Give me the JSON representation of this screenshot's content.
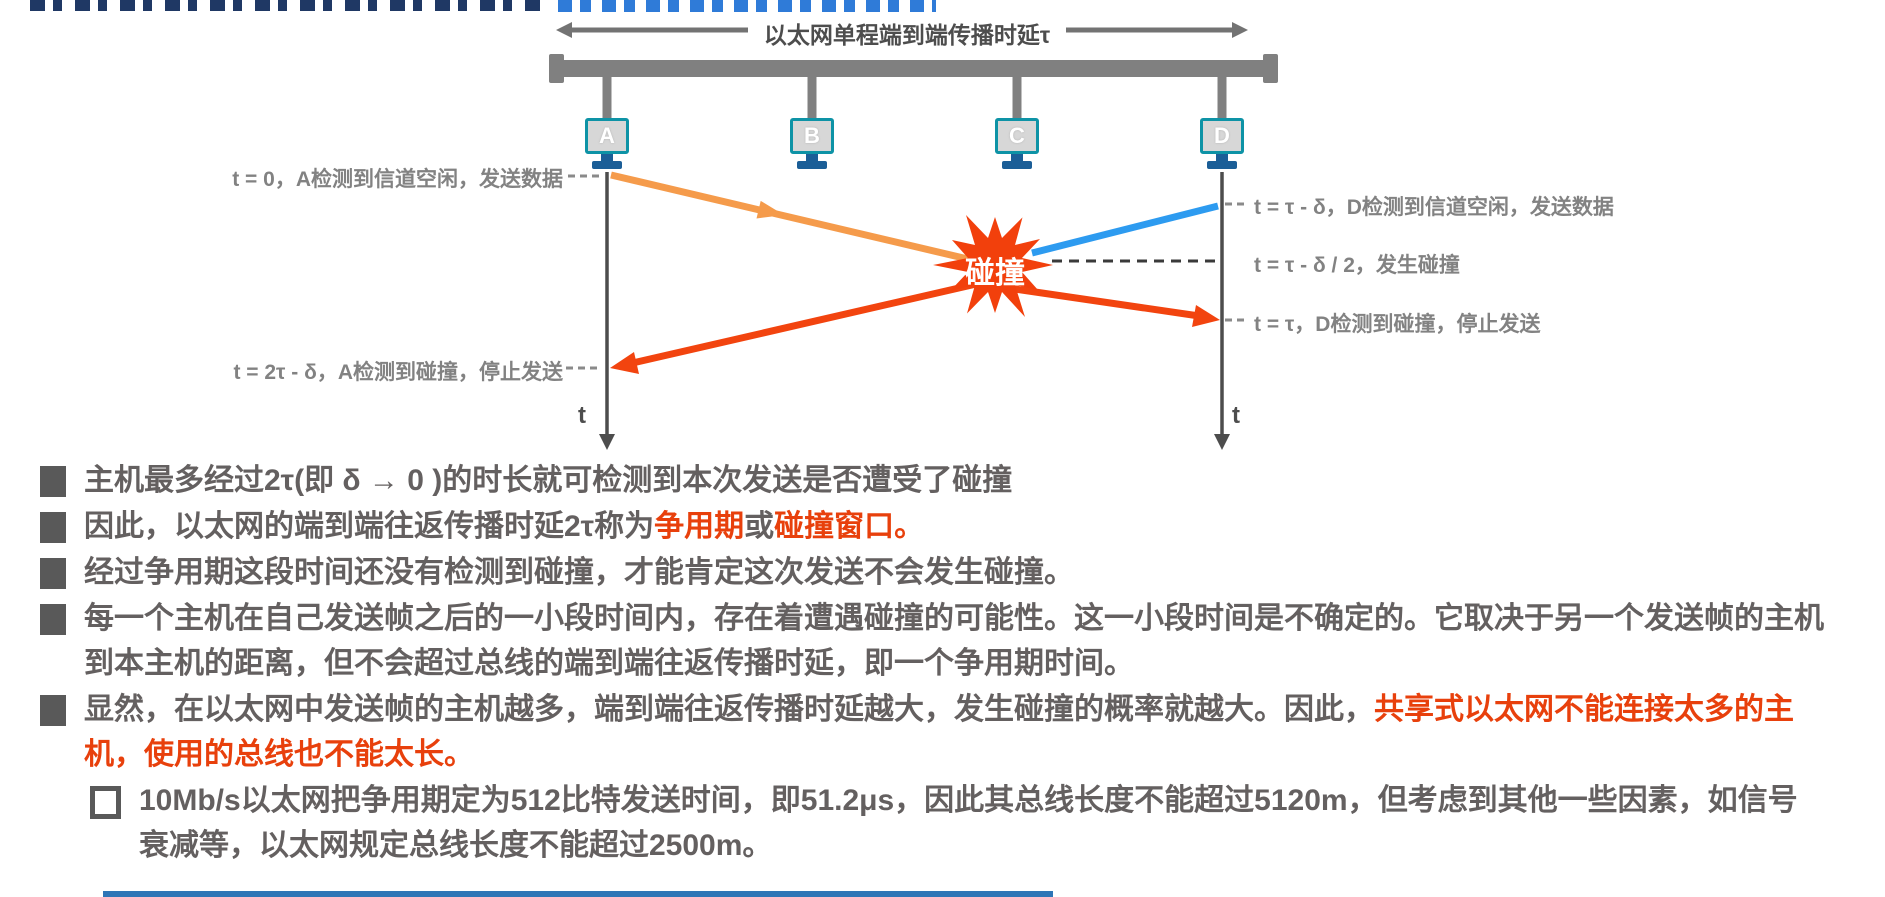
{
  "diagram": {
    "propagation_label": "以太网单程端到端传播时延τ",
    "hosts": [
      "A",
      "B",
      "C",
      "D"
    ],
    "collision_label": "碰撞",
    "time_axis_label": "t",
    "left_annotations": [
      {
        "text": "t = 0，A检测到信道空闲，发送数据"
      },
      {
        "text": "t = 2τ - δ，A检测到碰撞，停止发送"
      }
    ],
    "right_annotations": [
      {
        "text": "t = τ - δ，D检测到信道空闲，发送数据"
      },
      {
        "text": "t = τ - δ / 2，发生碰撞"
      },
      {
        "text": "t = τ，D检测到碰撞，停止发送"
      }
    ]
  },
  "bullets": [
    {
      "style": "filled",
      "segments": [
        {
          "text": "主机最多经过2τ(即 δ → 0 )的时长就可检测到本次发送是否遭受了碰撞",
          "color": "gray"
        }
      ]
    },
    {
      "style": "filled",
      "segments": [
        {
          "text": "因此，以太网的端到端往返传播时延2τ称为",
          "color": "gray"
        },
        {
          "text": "争用期",
          "color": "red"
        },
        {
          "text": "或",
          "color": "gray"
        },
        {
          "text": "碰撞窗口",
          "color": "red"
        },
        {
          "text": "。",
          "color": "red"
        }
      ]
    },
    {
      "style": "filled",
      "segments": [
        {
          "text": "经过争用期这段时间还没有检测到碰撞，才能肯定这次发送不会发生碰撞。",
          "color": "gray"
        }
      ]
    },
    {
      "style": "filled",
      "segments": [
        {
          "text": "每一个主机在自己发送帧之后的一小段时间内，存在着遭遇碰撞的可能性。这一小段时间是不确定的。它取决于另一个发送帧的主机到本主机的距离，但不会超过总线的端到端往返传播时延，即一个争用期时间。",
          "color": "gray"
        }
      ]
    },
    {
      "style": "filled",
      "segments": [
        {
          "text": "显然，在以太网中发送帧的主机越多，端到端往返传播时延越大，发生碰撞的概率就越大。因此，",
          "color": "gray"
        },
        {
          "text": "共享式以太网不能连接太多的主机，使用的总线也不能太长。",
          "color": "red"
        }
      ]
    },
    {
      "style": "hollow",
      "segments": [
        {
          "text": "10Mb/s以太网把争用期定为512比特发送时间，即51.2μs，因此其总线长度不能超过5120m，但考虑到其他一些因素，如信号衰减等，以太网规定总线长度不能超过2500m。",
          "color": "gray"
        }
      ]
    }
  ],
  "colors": {
    "highlight_red": "#E8400C",
    "signal_orange": "#F59B4B",
    "signal_blue": "#2D9BF0",
    "signal_red": "#F2440F",
    "collision_star": "#F2400C",
    "bus_gray": "#808080",
    "monitor_teal": "#0E93A6",
    "stand_blue": "#1B5E97",
    "body_text_gray": "#646060",
    "bottom_bar_blue": "#2E75B6"
  }
}
